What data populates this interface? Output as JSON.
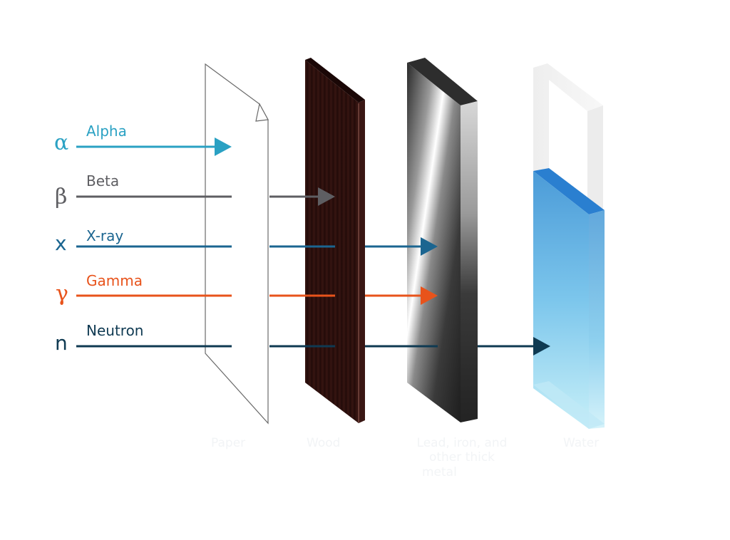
{
  "diagram": {
    "title": "Penetrating power of radiation",
    "rays": [
      {
        "id": "alpha",
        "symbol": "α",
        "label": "Alpha",
        "color": "#2aa1c3",
        "stopped_by": "paper"
      },
      {
        "id": "beta",
        "symbol": "β",
        "label": "Beta",
        "color": "#5e5e62",
        "stopped_by": "wood"
      },
      {
        "id": "xray",
        "symbol": "x",
        "label": "X-ray",
        "color": "#1b6590",
        "stopped_by": "metal"
      },
      {
        "id": "gamma",
        "symbol": "γ",
        "label": "Gamma",
        "color": "#e8531b",
        "stopped_by": "metal"
      },
      {
        "id": "neutron",
        "symbol": "n",
        "label": "Neutron",
        "color": "#0f3a52",
        "stopped_by": "water"
      }
    ],
    "barriers": [
      {
        "id": "paper",
        "caption": "Paper",
        "color": "#ffffff"
      },
      {
        "id": "wood",
        "caption": "Wood",
        "color": "#2b0f0c"
      },
      {
        "id": "metal",
        "caption_lines": [
          "Lead, iron, and",
          "other thick",
          "metal"
        ],
        "color": "#1f1f1f"
      },
      {
        "id": "water",
        "caption": "Water",
        "color": "#4aa3dc"
      }
    ]
  }
}
